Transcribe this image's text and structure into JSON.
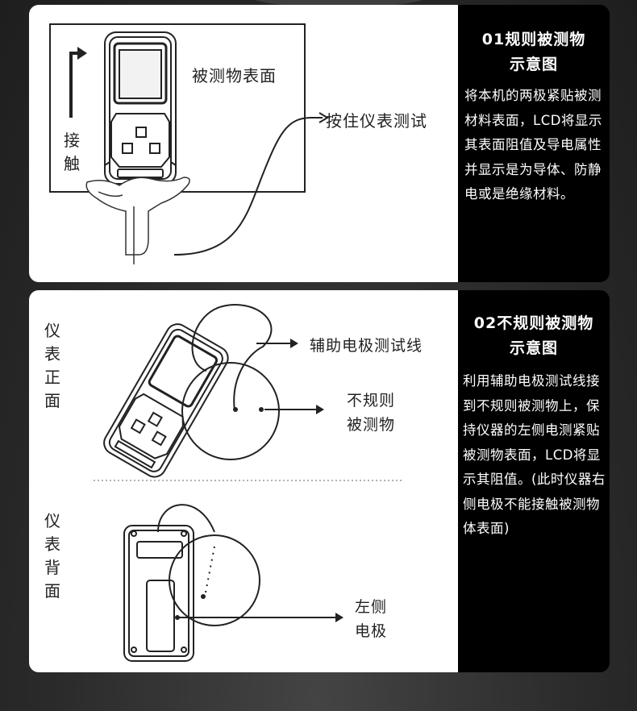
{
  "panel1": {
    "heading_line1": "01规则被测物",
    "heading_line2": "示意图",
    "body_text": "将本机的两极紧贴被测材料表面，LCD将显示其表面阻值及导电属性并显示是为导体、防静电或是绝缘材料。",
    "label_surface": "被测物表面",
    "label_touch": "接\n触",
    "label_press": "按住仪表测试"
  },
  "panel2": {
    "heading_line1": "02不规则被测物",
    "heading_line2": "示意图",
    "body_text": "利用辅助电极测试线接到不规则被测物上，保持仪器的左侧电测紧贴被测物表面，LCD将显示其阻值。(此时仪器右侧电极不能接触被测物体表面)",
    "label_front": "仪\n表\n正\n面",
    "label_back": "仪\n表\n背\n面",
    "label_aux_wire": "辅助电极测试线",
    "label_irregular": "不规则\n被测物",
    "label_left_electrode": "左侧\n电极"
  }
}
